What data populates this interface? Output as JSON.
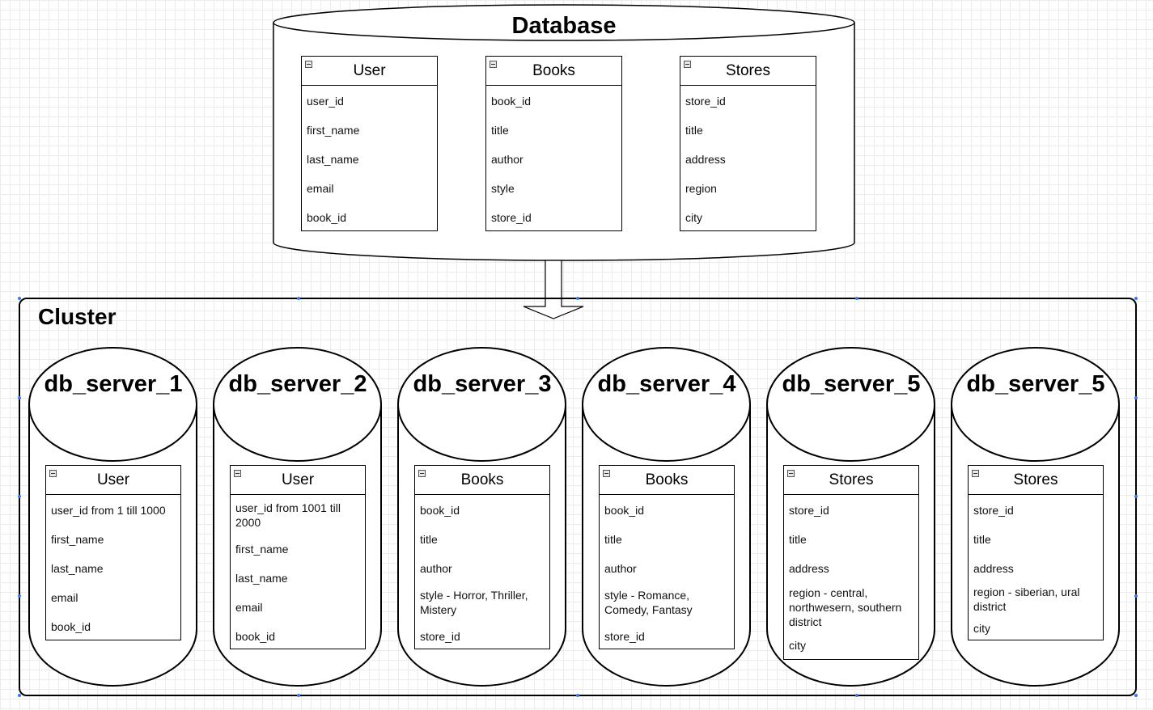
{
  "database": {
    "title": "Database",
    "tables": [
      {
        "name": "User",
        "fields": [
          "user_id",
          "first_name",
          "last_name",
          "email",
          "book_id"
        ]
      },
      {
        "name": "Books",
        "fields": [
          "book_id",
          "title",
          "author",
          "style",
          "store_id"
        ]
      },
      {
        "name": "Stores",
        "fields": [
          "store_id",
          "title",
          "address",
          "region",
          "city"
        ]
      }
    ]
  },
  "cluster": {
    "title": "Cluster",
    "servers": [
      {
        "name": "db_server_1",
        "table": {
          "name": "User",
          "fields": [
            "user_id from 1 till 1000",
            "first_name",
            "last_name",
            "email",
            "book_id"
          ]
        }
      },
      {
        "name": "db_server_2",
        "table": {
          "name": "User",
          "fields": [
            "user_id from 1001 till 2000",
            "first_name",
            "last_name",
            "email",
            "book_id"
          ]
        }
      },
      {
        "name": "db_server_3",
        "table": {
          "name": "Books",
          "fields": [
            "book_id",
            "title",
            "author",
            "style - Horror, Thriller, Mistery",
            "store_id"
          ]
        }
      },
      {
        "name": "db_server_4",
        "table": {
          "name": "Books",
          "fields": [
            "book_id",
            "title",
            "author",
            "style - Romance, Comedy, Fantasy",
            "store_id"
          ]
        }
      },
      {
        "name": "db_server_5",
        "table": {
          "name": "Stores",
          "fields": [
            "store_id",
            "title",
            "address",
            "region - central, northwesern, southern district",
            "city"
          ]
        }
      },
      {
        "name": "db_server_5",
        "table": {
          "name": "Stores",
          "fields": [
            "store_id",
            "title",
            "address",
            "region - siberian, ural district",
            "city"
          ]
        }
      }
    ]
  }
}
